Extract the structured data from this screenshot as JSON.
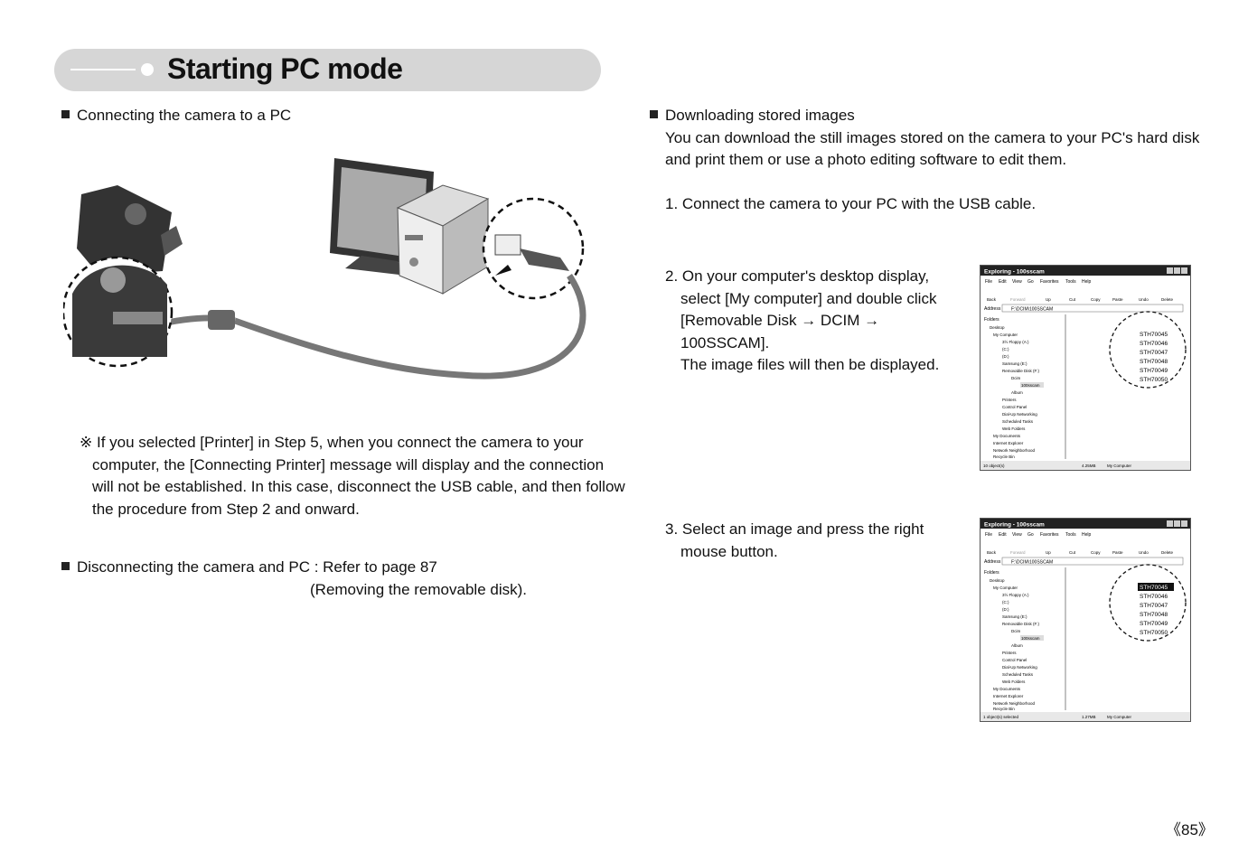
{
  "header": {
    "title": "Starting PC mode"
  },
  "left": {
    "connect_heading": "Connecting the camera to a PC",
    "note": [
      "※ If you selected [Printer] in Step 5, when you connect the camera to your",
      "computer, the [Connecting Printer] message will display and the connection",
      "will not be established. In this case, disconnect the USB cable, and then follow",
      "the procedure from Step 2 and onward."
    ],
    "disconnect_line1": "Disconnecting the camera and PC : Refer to page 87",
    "disconnect_line2": "(Removing the removable disk)."
  },
  "right": {
    "download_heading": "Downloading stored images",
    "download_desc": [
      "You can download the still images stored on the camera to your PC's hard disk",
      "and print them or use a photo editing software to edit them."
    ],
    "step1": "1. Connect the camera to your PC with the USB cable.",
    "step2": [
      "2. On your computer's desktop display,",
      "select [My computer] and double click",
      "[Removable Disk → DCIM →",
      "100SSCAM].",
      "The image files will then be displayed."
    ],
    "step3": [
      "3. Select an image and press the right",
      "mouse button."
    ]
  },
  "explorer": {
    "window_title": "Exploring - 100sscam",
    "menu": [
      "File",
      "Edit",
      "View",
      "Go",
      "Favorites",
      "Tools",
      "Help"
    ],
    "toolbar": [
      "Back",
      "Forward",
      "Up",
      "Cut",
      "Copy",
      "Paste",
      "Undo",
      "Delete"
    ],
    "address_label": "Address",
    "address_value": "F:\\DCIM\\100SSCAM",
    "folders_label": "Folders",
    "tree": [
      "Desktop",
      "My Computer",
      "3½ Floppy (A:)",
      "(C:)",
      "(D:)",
      "Samsung (E:)",
      "Removable Disk (F:)",
      "Dcim",
      "100sscam",
      "Album",
      "Printers",
      "Control Panel",
      "Dial-Up Networking",
      "Scheduled Tasks",
      "Web Folders",
      "My Documents",
      "Internet Explorer",
      "Network Neighborhood",
      "Recycle Bin"
    ],
    "files": [
      "STH70045",
      "STH70046",
      "STH70047",
      "STH70048",
      "STH70049",
      "STH70050"
    ],
    "status1_left": "10 object(s)",
    "status1_size": "4.25MB",
    "status2_left": "1 object(s) selected",
    "status2_size": "1.27MB",
    "status_location": "My Computer"
  },
  "footer": {
    "page": "《85》"
  }
}
